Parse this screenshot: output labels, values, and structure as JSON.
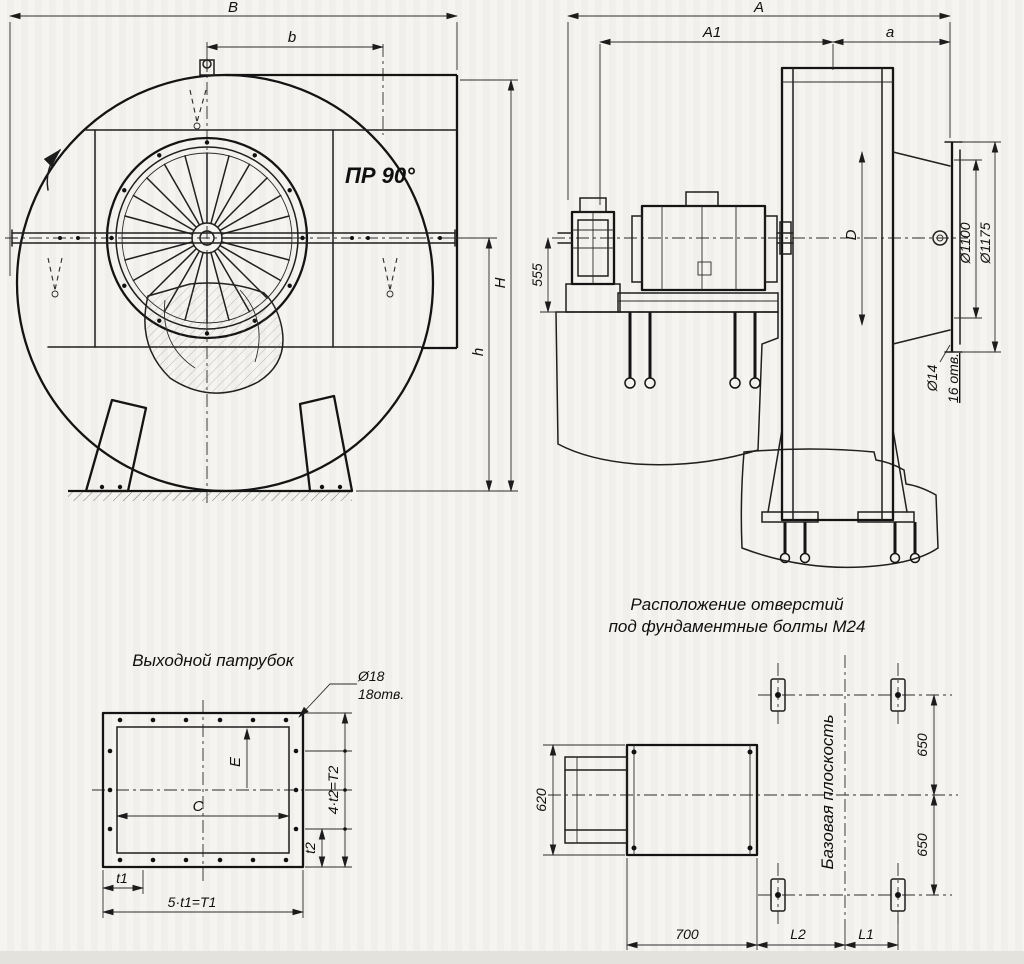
{
  "front": {
    "dim_B": "B",
    "dim_b": "b",
    "dim_H": "H",
    "dim_h": "h",
    "label_pr90": "ПР 90°"
  },
  "side": {
    "dim_A": "A",
    "dim_A1": "A1",
    "dim_a": "a",
    "dim_D": "D",
    "dim_555": "555",
    "dim_d1100": "Ø1100",
    "dim_d1175": "Ø1175",
    "dim_d14": "Ø14",
    "holes_16": "16 отв."
  },
  "outlet": {
    "title": "Выходной патрубок",
    "dim_d18": "Ø18",
    "holes_18": "18отв.",
    "dim_E": "E",
    "dim_C": "C",
    "dim_T2": "4·t2=T2",
    "dim_t2": "t2",
    "dim_t1": "t1",
    "dim_T1": "5·t1=T1"
  },
  "foundation": {
    "title1": "Расположение отверстий",
    "title2": "под фундаментные болты М24",
    "base_plane": "Базовая плоскость",
    "dim_620": "620",
    "dim_650_top": "650",
    "dim_650_bottom": "650",
    "dim_700": "700",
    "dim_L2": "L2",
    "dim_L1": "L1"
  }
}
